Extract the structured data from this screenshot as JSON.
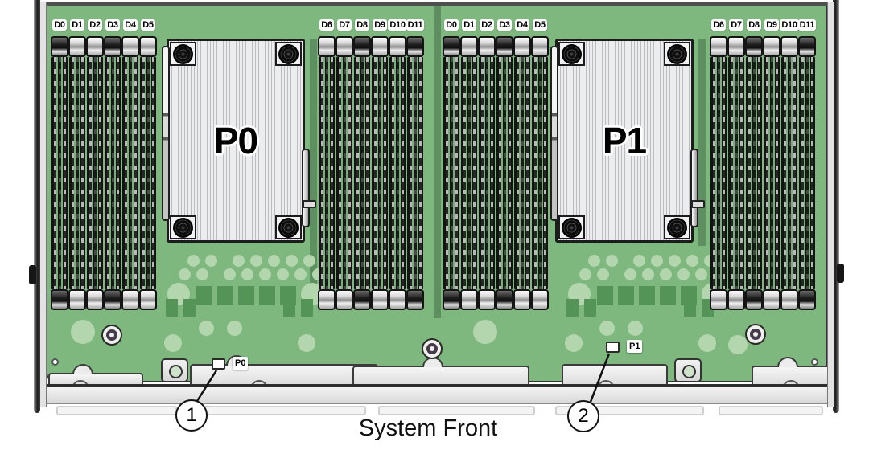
{
  "diagram": {
    "caption": "System Front",
    "processors": [
      {
        "label": "P0"
      },
      {
        "label": "P1"
      }
    ],
    "status_leds": [
      {
        "label": "P0"
      },
      {
        "label": "P1"
      }
    ],
    "callouts": [
      {
        "number": "1"
      },
      {
        "number": "2"
      }
    ],
    "dimm_groups": [
      {
        "labels": [
          "D0",
          "D1",
          "D2",
          "D3",
          "D4",
          "D5"
        ],
        "clip_styles": [
          "dark",
          "light",
          "light",
          "dark",
          "light",
          "light"
        ]
      },
      {
        "labels": [
          "D6",
          "D7",
          "D8",
          "D9",
          "D10",
          "D11"
        ],
        "clip_styles": [
          "light",
          "light",
          "dark",
          "light",
          "light",
          "dark"
        ]
      },
      {
        "labels": [
          "D0",
          "D1",
          "D2",
          "D3",
          "D4",
          "D5"
        ],
        "clip_styles": [
          "dark",
          "light",
          "light",
          "dark",
          "light",
          "light"
        ]
      },
      {
        "labels": [
          "D6",
          "D7",
          "D8",
          "D9",
          "D10",
          "D11"
        ],
        "clip_styles": [
          "light",
          "light",
          "dark",
          "light",
          "light",
          "dark"
        ]
      }
    ],
    "colors": {
      "board_green": "#7eb87f",
      "pad_light": "#b3d6ae",
      "pad_dark": "#549457",
      "dimm_stripe_green": "#74b176",
      "heatsink_gray": "#ededef"
    }
  }
}
